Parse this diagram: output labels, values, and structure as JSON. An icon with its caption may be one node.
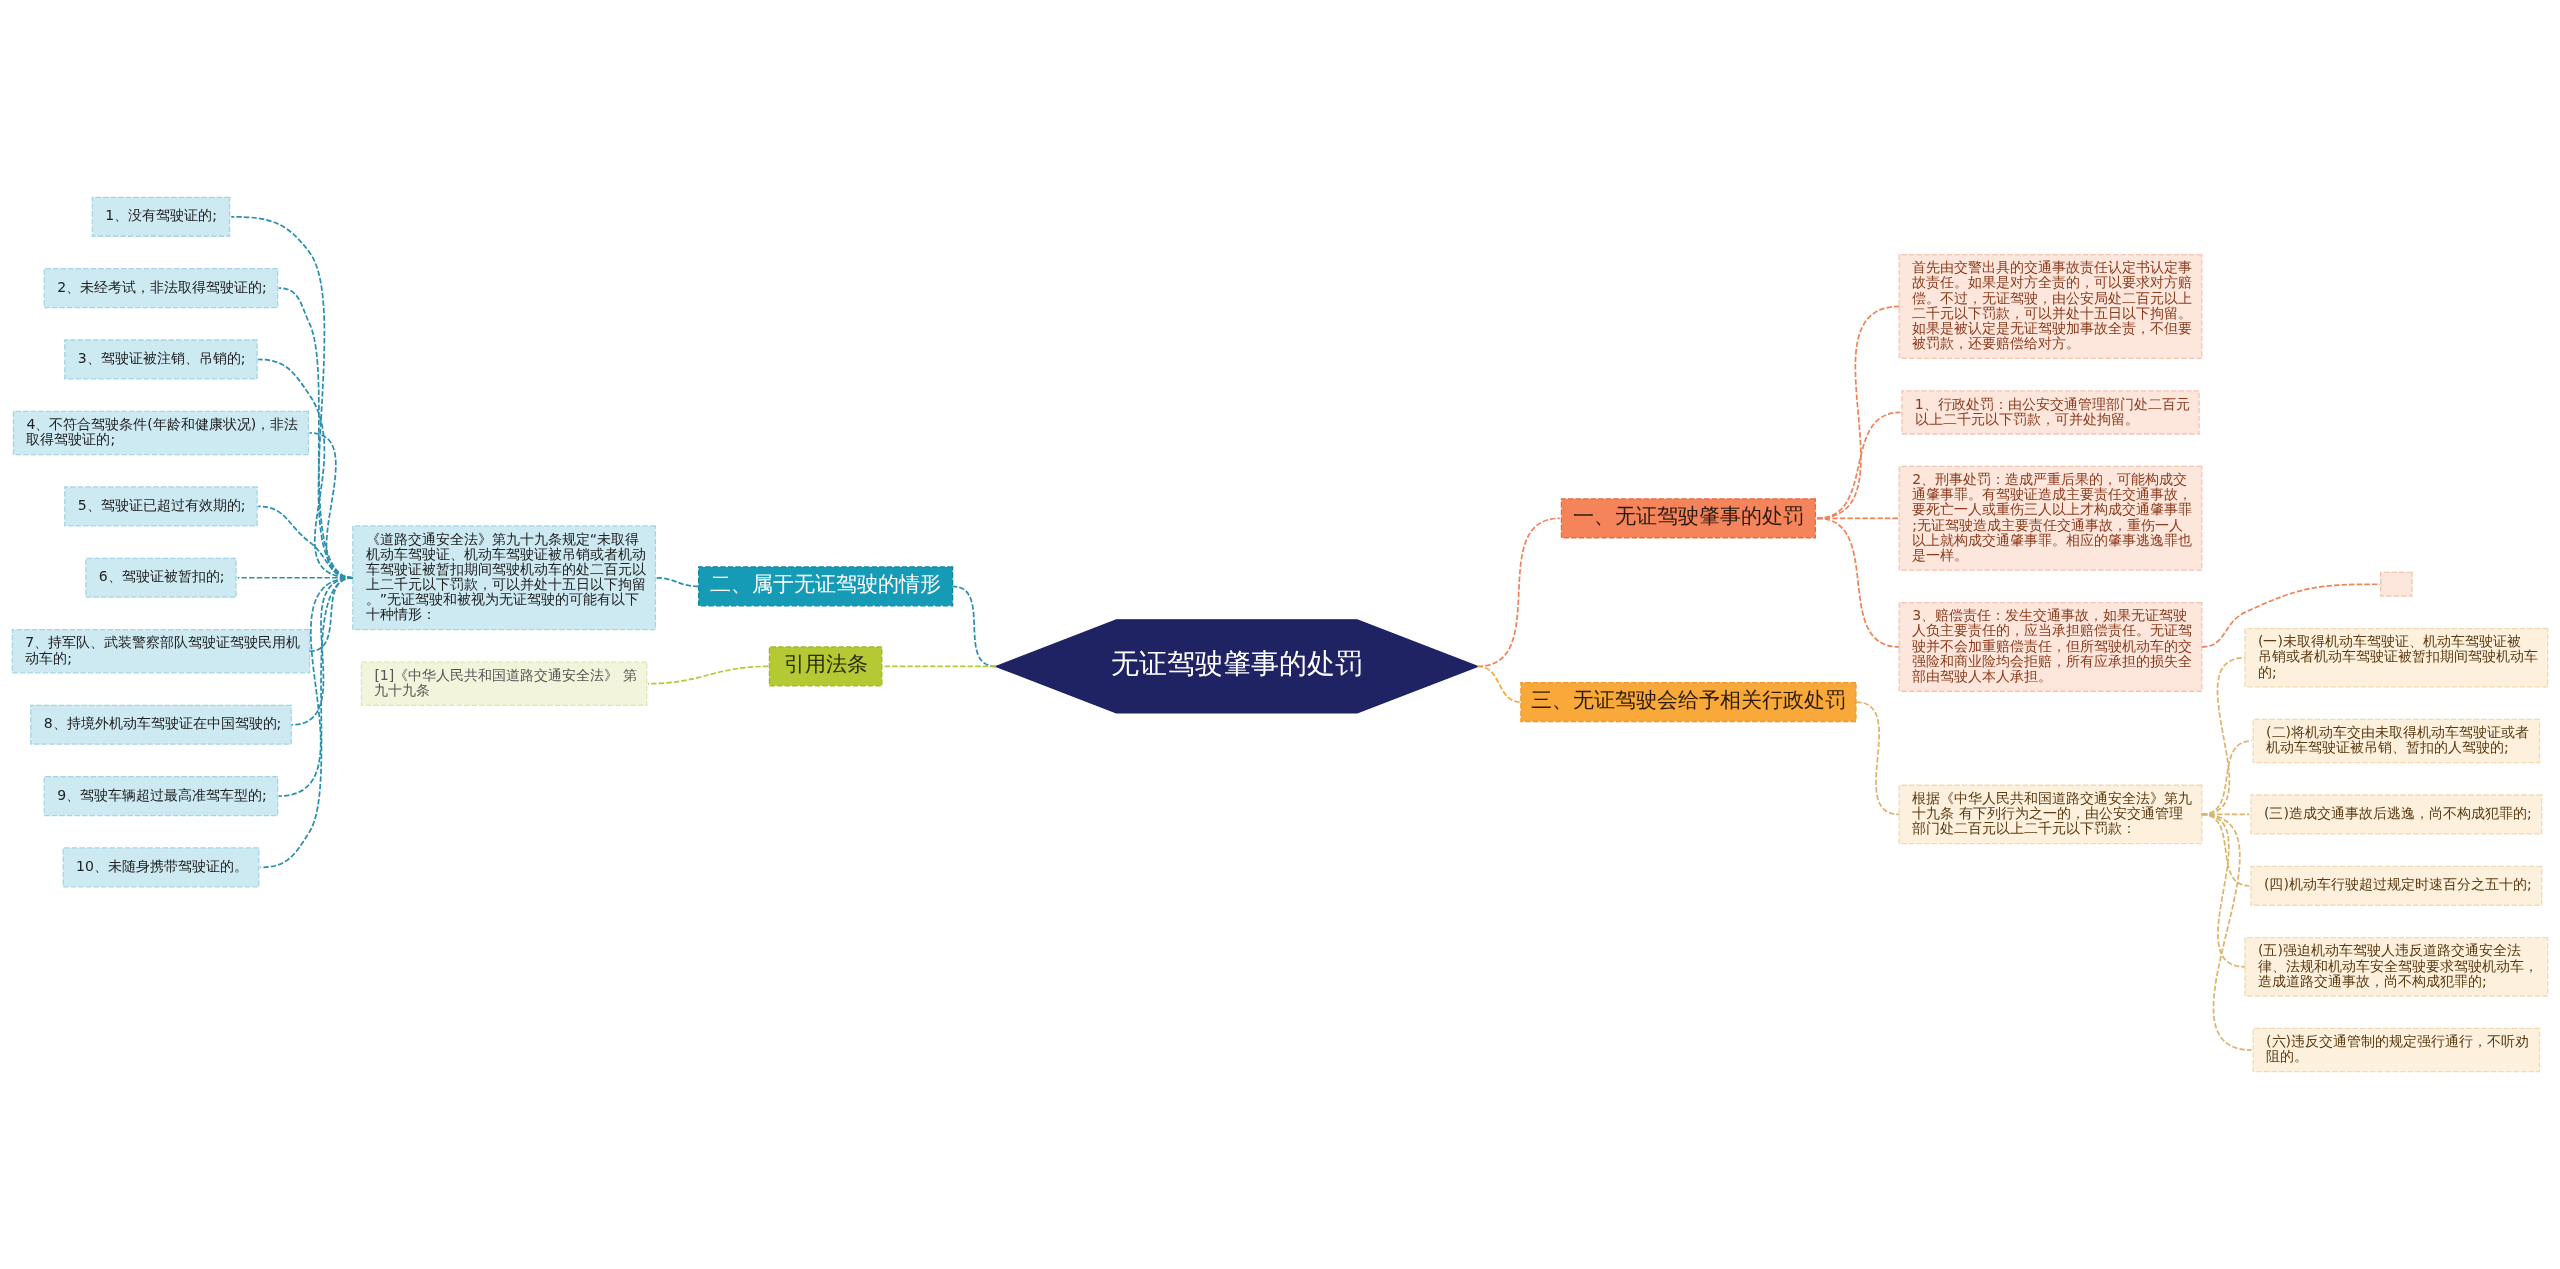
{
  "diagram": {
    "nodes": [
      {
        "text": [
          "无证驾驶肇事的处罚"
        ]
      },
      {
        "text": [
          "一、无证驾驶肇事的处罚"
        ]
      },
      {
        "text": [
          "首先由交警出具的交通事故责任认定书认定事故责任。如果是对方全责的，可以要求对方赔偿。不过，无证驾驶，由公安局处二百元以上二千元以下罚款，可以并处十五日以下拘留。如果是被认定是无证驾驶加事故全责，不但要被罚款，还要赔偿给对方。"
        ]
      },
      {
        "text": [
          "1、行政处罚：由公安交通管理部门处二百元以上二千元以下罚款，可并处拘留。"
        ]
      },
      {
        "text": [
          "2、刑事处罚：造成严重后果的，可能构成交通肇事罪。有驾驶证造成主要责任交通事故，要死亡一人或重伤三人以上才构成交通肇事罪;无证驾驶造成主要责任交通事故，重伤一人以上就构成交通肇事罪。相应的肇事逃逸罪也是一样。"
        ]
      },
      {
        "text": [
          "3、赔偿责任：发生交通事故，如果无证驾驶人负主要责任的，应当承担赔偿责任。无证驾驶并不会加重赔偿责任，但所驾驶机动车的交强险和商业险均会拒赔，所有应承担的损失全部由驾驶人本人承担。"
        ]
      },
      {
        "text": [],
        "shape": "box"
      },
      {
        "text": [
          "二、属于无证驾驶的情形"
        ]
      },
      {
        "text": [
          "《道路交通安全法》第九十九条规定“未取得机动车驾驶证、机动车驾驶证被吊销或者机动车驾驶证被暂扣期间驾驶机动车的处二百元以上二千元以下罚款，可以并处十五日以下拘留。”无证驾驶和被视为无证驾驶的可能有以下十种情形："
        ]
      },
      {
        "text": [
          "1、没有驾驶证的;"
        ]
      },
      {
        "text": [
          "2、未经考试，非法取得驾驶证的;"
        ]
      },
      {
        "text": [
          "3、驾驶证被注销、吊销的;"
        ]
      },
      {
        "text": [
          "4、不符合驾驶条件(年龄和健康状况)，非法取得驾驶证的;"
        ]
      },
      {
        "text": [
          "5、驾驶证已超过有效期的;"
        ]
      },
      {
        "text": [
          "6、驾驶证被暂扣的;"
        ]
      },
      {
        "text": [
          "7、持军队、武装警察部队驾驶证驾驶民用机动车的;"
        ]
      },
      {
        "text": [
          "8、持境外机动车驾驶证在中国驾驶的;"
        ]
      },
      {
        "text": [
          "9、驾驶车辆超过最高准驾车型的;"
        ]
      },
      {
        "text": [
          "10、未随身携带驾驶证的。"
        ]
      },
      {
        "text": [
          "三、无证驾驶会给予相关行政处罚"
        ]
      },
      {
        "text": [
          "根据《中华人民共和国道路交通安全法》第九十九条 有下列行为之一的，由公安交通管理部门处二百元以上二千元以下罚款："
        ]
      },
      {
        "text": [
          "(一)未取得机动车驾驶证、机动车驾驶证被吊销或者机动车驾驶证被暂扣期间驾驶机动车的;"
        ]
      },
      {
        "text": [
          "(二)将机动车交由未取得机动车驾驶证或者机动车驾驶证被吊销、暂扣的人驾驶的;"
        ]
      },
      {
        "text": [
          "(三)造成交通事故后逃逸，尚不构成犯罪的;"
        ]
      },
      {
        "text": [
          "(四)机动车行驶超过规定时速百分之五十的;"
        ]
      },
      {
        "text": [
          "(五)强迫机动车驾驶人违反道路交通安全法律、法规和机动车安全驾驶要求驾驶机动车，造成道路交通事故，尚不构成犯罪的;"
        ]
      },
      {
        "text": [
          "(六)违反交通管制的规定强行通行，不听劝阻的。"
        ]
      },
      {
        "text": [
          "引用法条"
        ]
      },
      {
        "text": [
          "[1]《中华人民共和国道路交通安全法》 第九十九条"
        ]
      }
    ],
    "edges": [
      {
        "from": 0,
        "to": 1,
        "arrow": "none",
        "style": "dashed",
        "color": "#ee845a"
      },
      {
        "from": 1,
        "to": 2,
        "arrow": "none",
        "style": "dashed",
        "color": "#ee845a"
      },
      {
        "from": 1,
        "to": 3,
        "arrow": "none",
        "style": "dashed",
        "color": "#ee845a"
      },
      {
        "from": 1,
        "to": 4,
        "arrow": "none",
        "style": "dashed",
        "color": "#ee845a"
      },
      {
        "from": 1,
        "to": 5,
        "arrow": "none",
        "style": "dashed",
        "color": "#ee845a"
      },
      {
        "from": 5,
        "to": 6,
        "arrow": "none",
        "style": "dashed",
        "color": "#ee845a"
      },
      {
        "from": 0,
        "to": 7,
        "arrow": "none",
        "style": "dashed"
      },
      {
        "from": 7,
        "to": 8,
        "arrow": "none",
        "style": "dashed"
      },
      {
        "from": 8,
        "to": 9,
        "arrow": "none",
        "style": "dashed"
      },
      {
        "from": 8,
        "to": 10,
        "arrow": "none",
        "style": "dashed"
      },
      {
        "from": 8,
        "to": 11,
        "arrow": "none",
        "style": "dashed"
      },
      {
        "from": 8,
        "to": 12,
        "arrow": "none",
        "style": "dashed"
      },
      {
        "from": 8,
        "to": 13,
        "arrow": "none",
        "style": "dashed"
      },
      {
        "from": 8,
        "to": 14,
        "arrow": "none",
        "style": "dashed"
      },
      {
        "from": 8,
        "to": 15,
        "arrow": "none",
        "style": "dashed"
      },
      {
        "from": 8,
        "to": 16,
        "arrow": "none",
        "style": "dashed"
      },
      {
        "from": 8,
        "to": 17,
        "arrow": "none",
        "style": "dashed"
      },
      {
        "from": 8,
        "to": 18,
        "arrow": "none",
        "style": "dashed"
      },
      {
        "from": 0,
        "to": 19,
        "arrow": "none",
        "style": "dashed",
        "color": "#f5a83b"
      },
      {
        "from": 19,
        "to": 20,
        "arrow": "none",
        "style": "dashed",
        "color": "#dcb46e"
      },
      {
        "from": 20,
        "to": 21,
        "arrow": "none",
        "style": "dashed",
        "color": "#dcb46e"
      },
      {
        "from": 20,
        "to": 22,
        "arrow": "none",
        "style": "dashed",
        "color": "#dcb46e"
      },
      {
        "from": 20,
        "to": 23,
        "arrow": "none",
        "style": "dashed",
        "color": "#dcb46e"
      },
      {
        "from": 20,
        "to": 24,
        "arrow": "none",
        "style": "dashed",
        "color": "#dcb46e"
      },
      {
        "from": 20,
        "to": 25,
        "arrow": "none",
        "style": "dashed",
        "color": "#dcb46e"
      },
      {
        "from": 20,
        "to": 26,
        "arrow": "none",
        "style": "dashed",
        "color": "#dcb46e"
      },
      {
        "from": 0,
        "to": 27,
        "arrow": "none",
        "style": "dashed",
        "color": "#b5c934"
      },
      {
        "from": 27,
        "to": 28,
        "arrow": "none",
        "style": "dashed",
        "color": "#b5c934"
      }
    ]
  }
}
